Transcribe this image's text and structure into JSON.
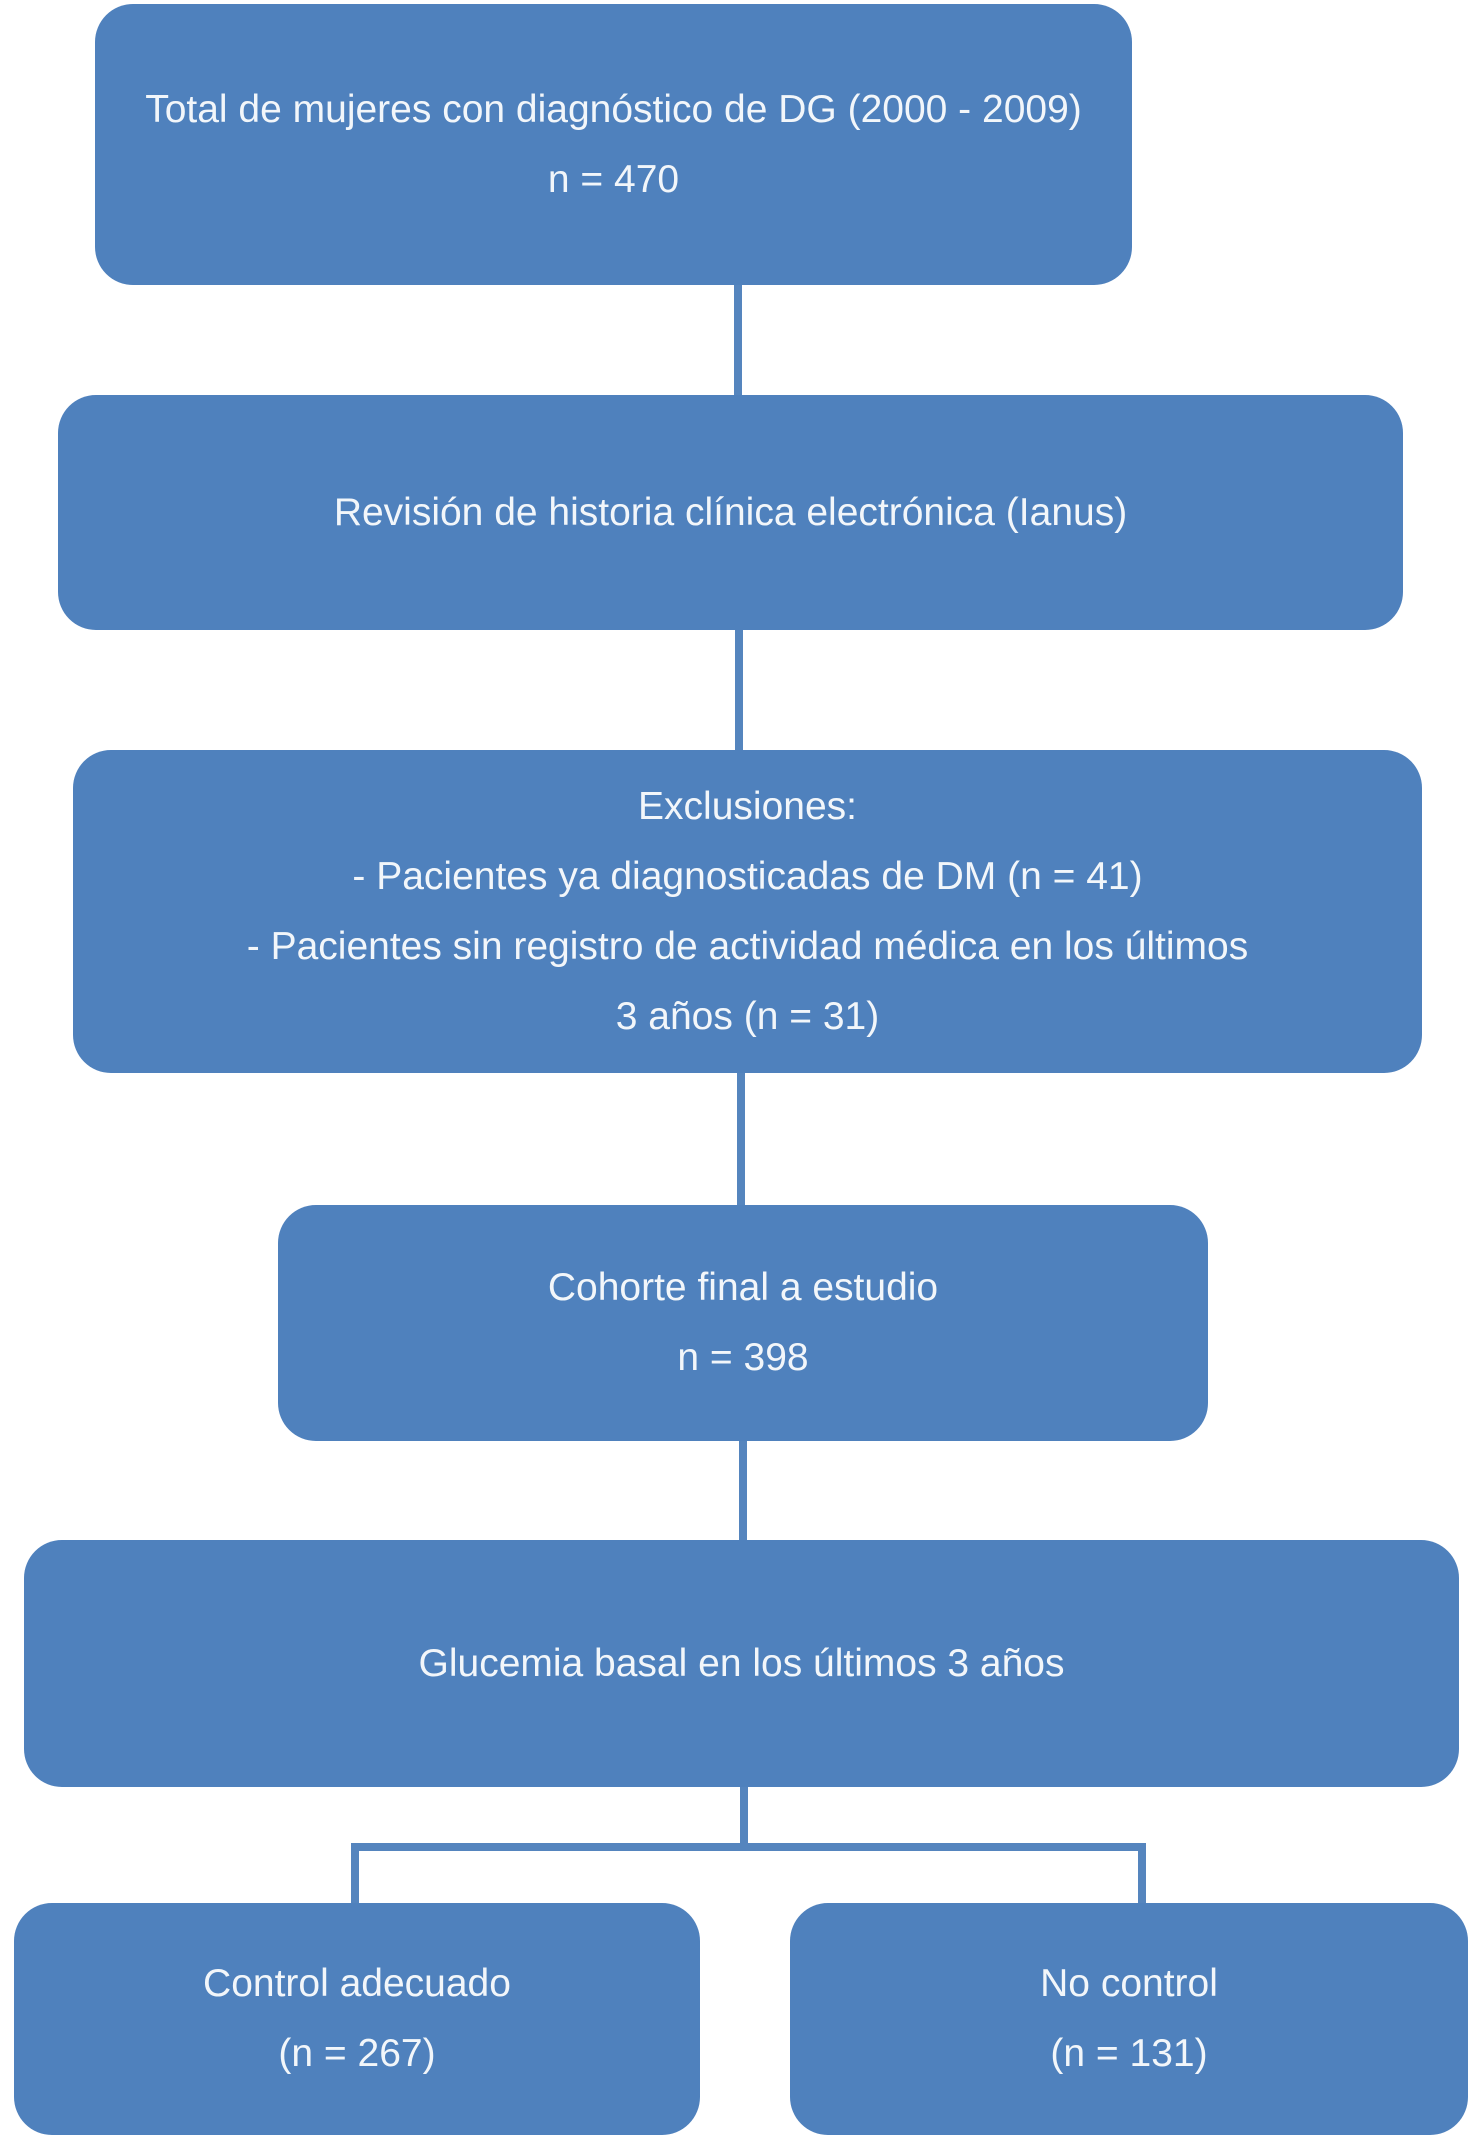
{
  "colors": {
    "box_fill": "#4f81bd",
    "connector": "#5585be",
    "text": "#f2f6fa",
    "background": "#ffffff"
  },
  "diagram": {
    "type": "flowchart",
    "boxes": [
      {
        "id": "total",
        "lines": [
          "Total de mujeres con diagnóstico de DG (2000 - 2009)",
          "n = 470"
        ]
      },
      {
        "id": "revision",
        "lines": [
          "Revisión de historia clínica electrónica (Ianus)"
        ]
      },
      {
        "id": "exclusiones",
        "lines": [
          "Exclusiones:",
          "- Pacientes ya diagnosticadas de DM (n = 41)",
          "- Pacientes sin registro de actividad médica en los últimos",
          "3 años (n = 31)"
        ]
      },
      {
        "id": "cohorte",
        "lines": [
          "Cohorte final a estudio",
          "n = 398"
        ]
      },
      {
        "id": "glucemia",
        "lines": [
          "Glucemia basal en los últimos 3 años"
        ]
      },
      {
        "id": "control_adecuado",
        "lines": [
          "Control adecuado",
          "(n = 267)"
        ]
      },
      {
        "id": "no_control",
        "lines": [
          "No control",
          "(n = 131)"
        ]
      }
    ]
  }
}
